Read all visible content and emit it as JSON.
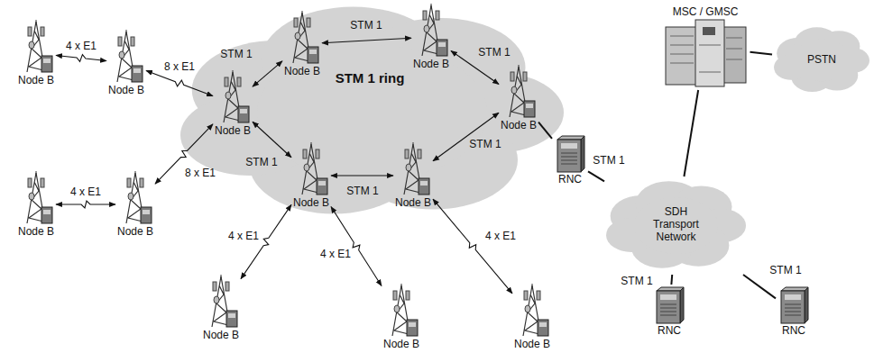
{
  "diagram": {
    "nodes": [
      {
        "text": [
          "Node B"
        ]
      },
      {
        "text": [
          "Node B"
        ]
      },
      {
        "text": [
          "STM 1 ring"
        ]
      },
      {
        "text": [
          "Node B"
        ],
        "in": 2
      },
      {
        "text": [
          "Node B"
        ],
        "in": 2
      },
      {
        "text": [
          "Node B"
        ],
        "in": 2
      },
      {
        "text": [
          "Node B"
        ],
        "in": 2
      },
      {
        "text": [
          "Node B"
        ],
        "in": 2
      },
      {
        "text": [
          "Node B"
        ],
        "in": 2
      },
      {
        "text": [
          "MSC / GMSC"
        ]
      },
      {
        "text": [
          "PSTN"
        ]
      },
      {
        "text": [
          "RNC"
        ]
      },
      {
        "text": [
          "Node B"
        ]
      },
      {
        "text": [
          "Node B"
        ]
      },
      {
        "text": [
          "SDH Transport Network"
        ]
      },
      {
        "text": [
          "Node B"
        ]
      },
      {
        "text": [
          "Node B"
        ]
      },
      {
        "text": [
          "Node B"
        ]
      },
      {
        "text": [
          "RNC"
        ]
      },
      {
        "text": [
          "RNC"
        ]
      }
    ],
    "edges": [
      {
        "from": 0,
        "to": 1,
        "label": "4 x E1",
        "arrow": "both"
      },
      {
        "from": 1,
        "to": 5,
        "label": "8 x E1",
        "arrow": "both"
      },
      {
        "from": 12,
        "to": 13,
        "label": "4 x E1",
        "arrow": "both"
      },
      {
        "from": 13,
        "to": 5,
        "label": "8 x E1",
        "arrow": "both"
      },
      {
        "from": 5,
        "to": 3,
        "label": "STM 1",
        "arrow": "both"
      },
      {
        "from": 3,
        "to": 4,
        "label": "STM 1",
        "arrow": "both"
      },
      {
        "from": 4,
        "to": 6,
        "label": "STM 1",
        "arrow": "both"
      },
      {
        "from": 6,
        "to": 8,
        "label": "STM 1",
        "arrow": "both"
      },
      {
        "from": 8,
        "to": 7,
        "label": "STM 1",
        "arrow": "both"
      },
      {
        "from": 7,
        "to": 5,
        "label": "STM 1",
        "arrow": "both"
      },
      {
        "from": 7,
        "to": 15,
        "label": "4 x E1",
        "arrow": "both"
      },
      {
        "from": 7,
        "to": 16,
        "label": "4 x E1",
        "arrow": "both"
      },
      {
        "from": 8,
        "to": 17,
        "label": "4 x E1",
        "arrow": "both"
      },
      {
        "from": 6,
        "to": 11,
        "arrow": "none"
      },
      {
        "from": 11,
        "to": 14,
        "label": "STM 1",
        "arrow": "none"
      },
      {
        "from": 14,
        "to": 18,
        "label": "STM 1",
        "arrow": "none"
      },
      {
        "from": 14,
        "to": 19,
        "label": "STM 1",
        "arrow": "none"
      },
      {
        "from": 14,
        "to": 9,
        "arrow": "none"
      },
      {
        "from": 9,
        "to": 10,
        "arrow": "none"
      }
    ]
  }
}
